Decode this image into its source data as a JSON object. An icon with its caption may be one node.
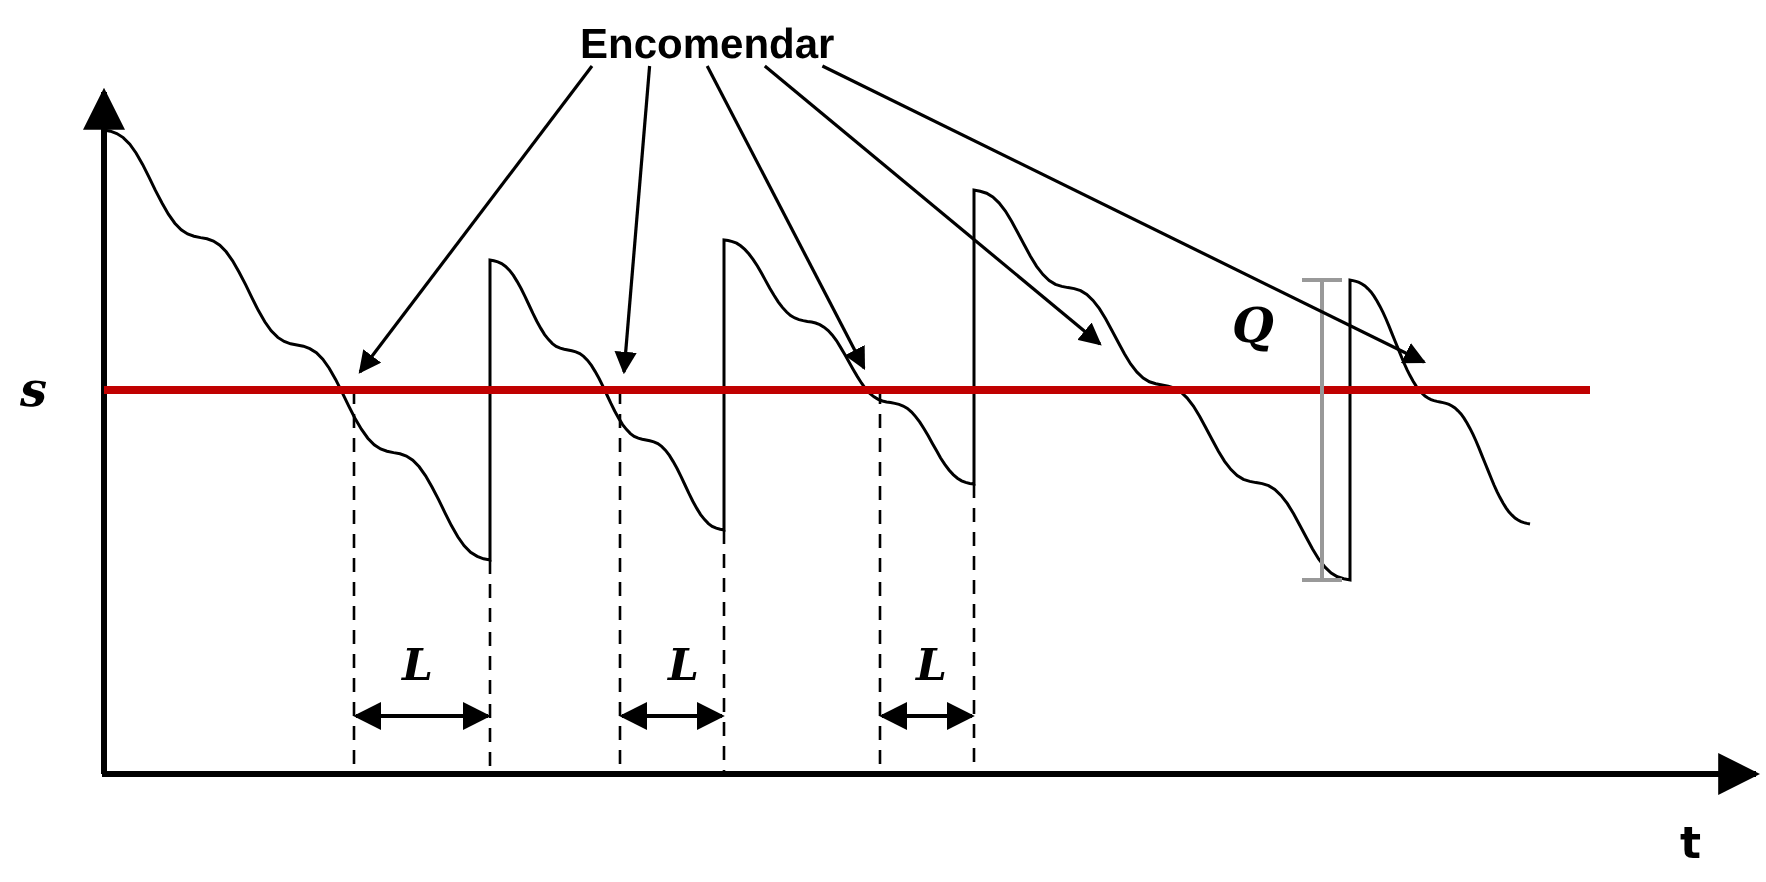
{
  "diagram": {
    "nodes": [
      {
        "text": [
          "Encomendar"
        ]
      },
      {
        "text": [],
        "shape": "line"
      }
    ],
    "edges": [
      {
        "from": 0,
        "to": 1,
        "arrow": "to"
      },
      {
        "from": 0,
        "to": 1,
        "arrow": "to"
      },
      {
        "from": 0,
        "to": 1,
        "arrow": "to"
      },
      {
        "from": 0,
        "to": 1,
        "arrow": "to"
      },
      {
        "from": 0,
        "to": 1,
        "arrow": "to"
      }
    ],
    "labels": [
      "Q",
      "s",
      "L",
      "L",
      "L",
      "t"
    ]
  }
}
